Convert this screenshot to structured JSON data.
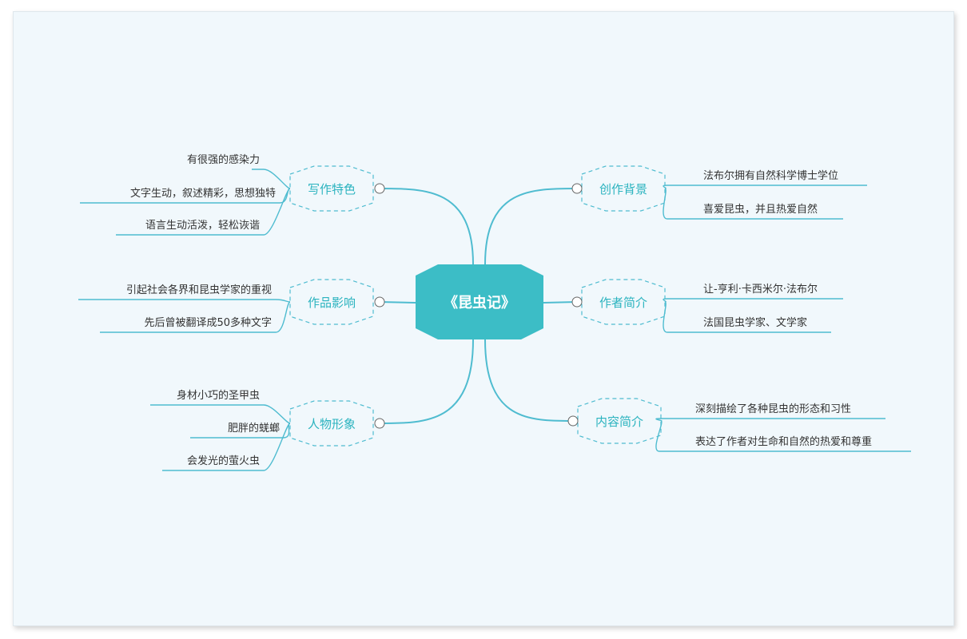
{
  "center": {
    "label": "《昆虫记》",
    "color": "#3cbdc6"
  },
  "colors": {
    "line": "#4fbcd0",
    "branch_text": "#2bb3bf",
    "leaf_text": "#333333"
  },
  "branches": [
    {
      "label": "写作特色",
      "side": "left",
      "leaves": [
        "有很强的感染力",
        "文字生动，叙述精彩，思想独特",
        "语言生动活泼，轻松诙谐"
      ]
    },
    {
      "label": "作品影响",
      "side": "left",
      "leaves": [
        "引起社会各界和昆虫学家的重视",
        "先后曾被翻译成50多种文字"
      ]
    },
    {
      "label": "人物形象",
      "side": "left",
      "leaves": [
        "身材小巧的圣甲虫",
        "肥胖的蜣螂",
        "会发光的萤火虫"
      ]
    },
    {
      "label": "创作背景",
      "side": "right",
      "leaves": [
        "法布尔拥有自然科学博士学位",
        "喜爱昆虫，并且热爱自然"
      ]
    },
    {
      "label": "作者简介",
      "side": "right",
      "leaves": [
        "让-亨利·卡西米尔·法布尔",
        "法国昆虫学家、文学家"
      ]
    },
    {
      "label": "内容简介",
      "side": "right",
      "leaves": [
        "深刻描绘了各种昆虫的形态和习性",
        "表达了作者对生命和自然的热爱和尊重"
      ]
    }
  ]
}
